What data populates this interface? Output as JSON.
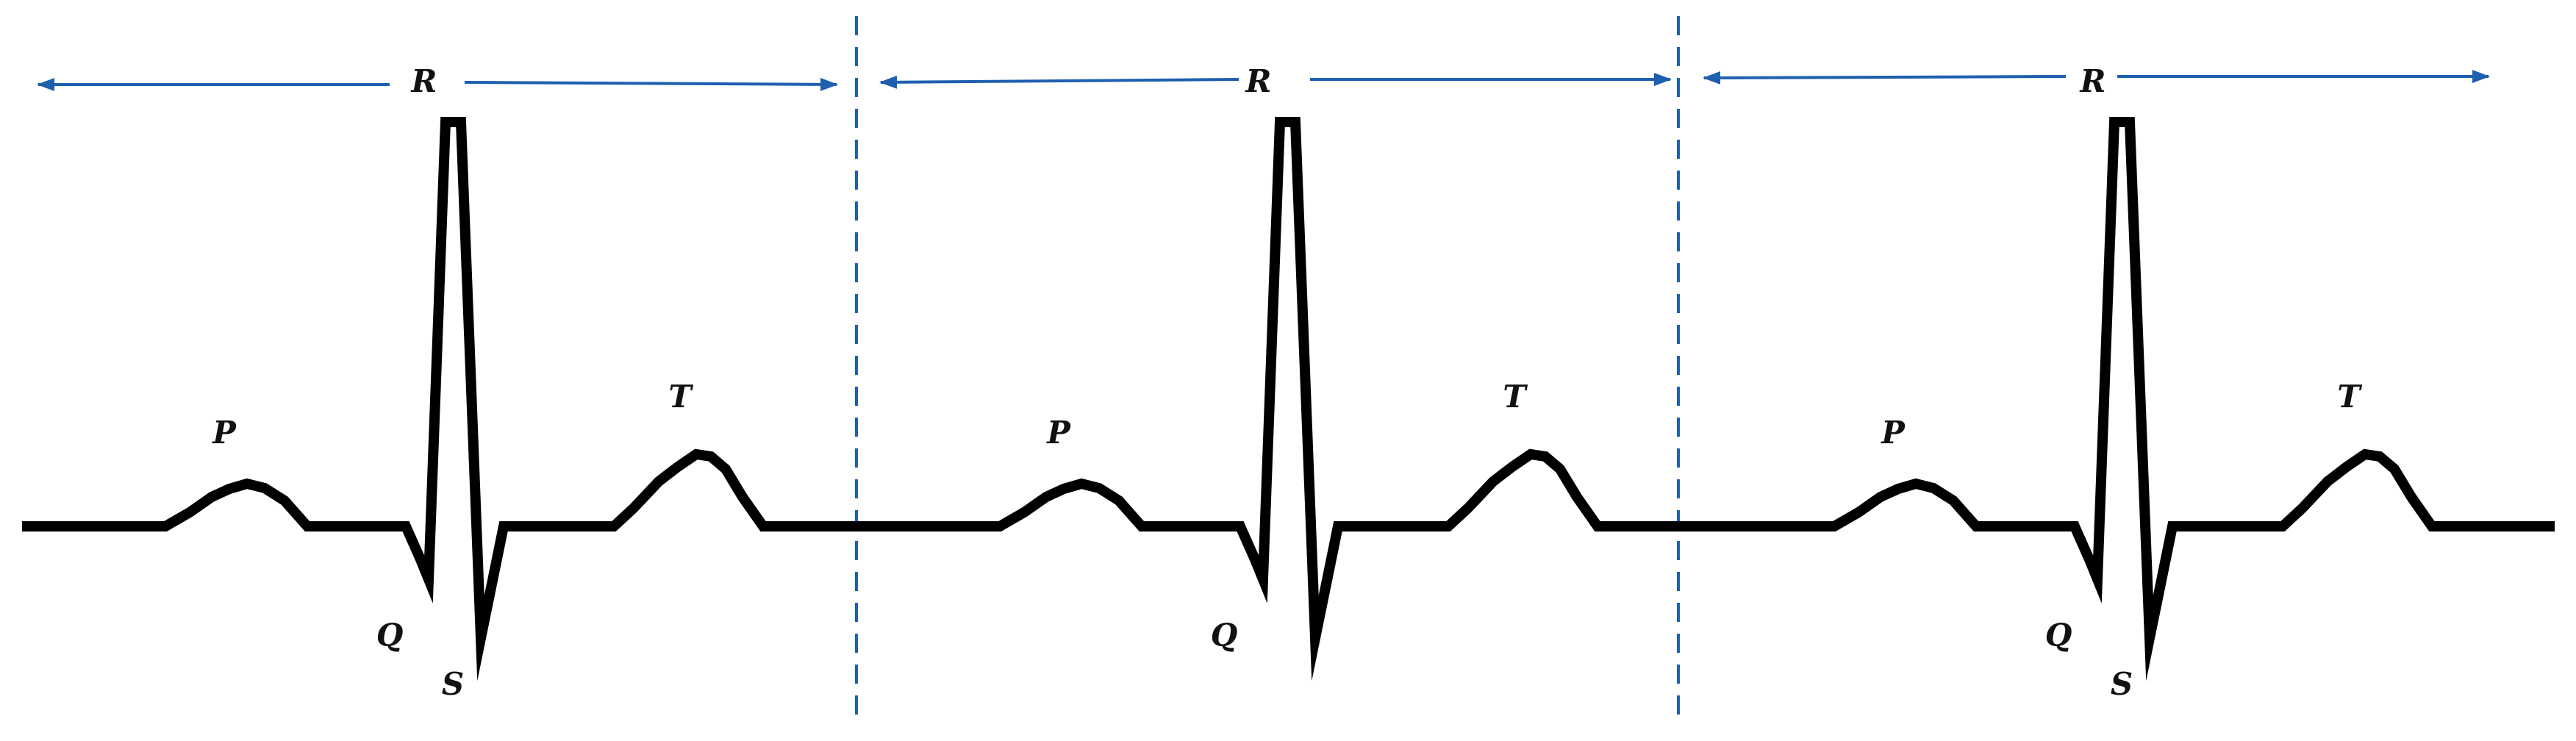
{
  "diagram": {
    "labels": {
      "p": "P",
      "q": "Q",
      "r": "R",
      "s": "S",
      "t": "T"
    },
    "beat_count": 3,
    "missing_s_label_beat": 2,
    "colors": {
      "trace": "#000000",
      "arrow": "#1f5fb0",
      "boundary": "#1f5fb0",
      "label": "#111111",
      "background": "#ffffff"
    }
  }
}
